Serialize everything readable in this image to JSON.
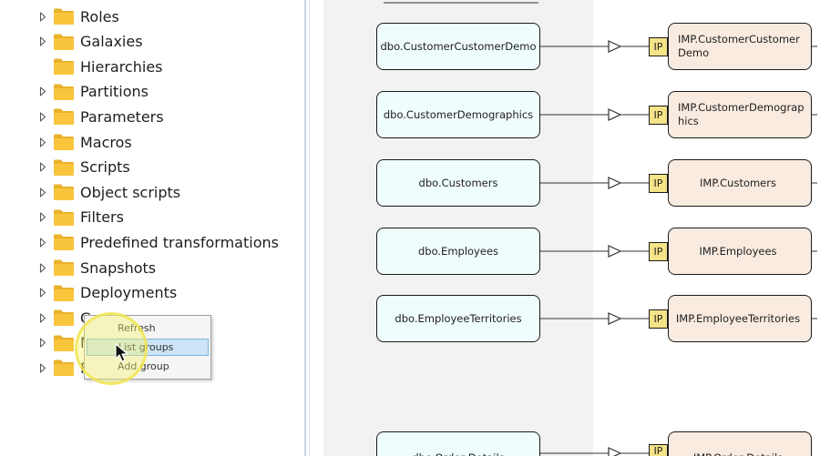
{
  "tree": {
    "items": [
      {
        "label": "Roles",
        "expander": true
      },
      {
        "label": "Galaxies",
        "expander": true
      },
      {
        "label": "Hierarchies",
        "expander": false
      },
      {
        "label": "Partitions",
        "expander": true
      },
      {
        "label": "Parameters",
        "expander": true
      },
      {
        "label": "Macros",
        "expander": true
      },
      {
        "label": "Scripts",
        "expander": true
      },
      {
        "label": "Object scripts",
        "expander": true
      },
      {
        "label": "Filters",
        "expander": true
      },
      {
        "label": "Predefined transformations",
        "expander": true
      },
      {
        "label": "Snapshots",
        "expander": true
      },
      {
        "label": "Deployments",
        "expander": true
      },
      {
        "label": "G",
        "expander": true
      },
      {
        "label": "N",
        "expander": true
      },
      {
        "label": "F",
        "expander": true
      }
    ]
  },
  "context_menu": {
    "items": [
      {
        "label": "Refresh",
        "hover": false
      },
      {
        "label": "List groups",
        "hover": true
      },
      {
        "label": "Add group",
        "hover": false
      }
    ]
  },
  "diagram": {
    "rows": [
      {
        "source": "dbo.CustomerCustomerDemo",
        "badge": "IP",
        "target": "IMP.CustomerCustomerDemo",
        "target_wrapped": true
      },
      {
        "source": "dbo.CustomerDemographics",
        "badge": "IP",
        "target": "IMP.CustomerDemographics",
        "target_wrapped": true
      },
      {
        "source": "dbo.Customers",
        "badge": "IP",
        "target": "IMP.Customers",
        "target_wrapped": false
      },
      {
        "source": "dbo.Employees",
        "badge": "IP",
        "target": "IMP.Employees",
        "target_wrapped": false
      },
      {
        "source": "dbo.EmployeeTerritories",
        "badge": "IP",
        "target": "IMP.EmployeeTerritories",
        "target_wrapped": false
      }
    ],
    "partial_bottom_row": {
      "source": "dbo.Order Details",
      "badge": "IP",
      "target": "IMP.Order Details"
    }
  },
  "colors": {
    "folder": "#f8c53c",
    "folder_dark": "#e9b22a",
    "source_fill": "#f0fdfe",
    "target_fill": "#f9ebe0",
    "badge_fill": "#f5e388",
    "menu_hover": "#cce4f5",
    "splitter": "#c9d3e6",
    "canvas_band": "#f2f2f2"
  }
}
